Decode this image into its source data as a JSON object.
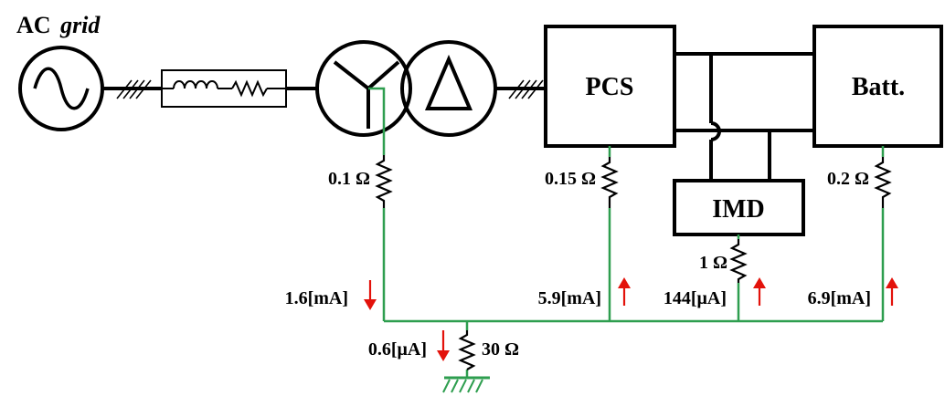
{
  "labels": {
    "ac_grid_prefix": "AC",
    "ac_grid_suffix": "grid",
    "pcs": "PCS",
    "battery": "Batt.",
    "imd": "IMD",
    "r_transformer": "0.1 Ω",
    "r_pcs": "0.15 Ω",
    "r_battery": "0.2 Ω",
    "r_imd": "1 Ω",
    "r_ground": "30 Ω",
    "i_transformer": "1.6[mA]",
    "i_pcs": "5.9[mA]",
    "i_imd": "144[μA]",
    "i_battery": "6.9[mA]",
    "i_ground": "0.6[μA]"
  },
  "current_directions": {
    "i_transformer": "down",
    "i_pcs": "up",
    "i_imd": "up",
    "i_battery": "up",
    "i_ground": "down"
  },
  "colors": {
    "wire": "#000000",
    "ground_path": "#2e9e4f",
    "current_arrow": "#e3120b"
  }
}
